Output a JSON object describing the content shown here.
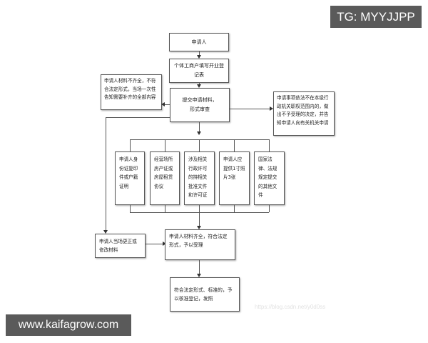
{
  "overlays": {
    "top_right": "TG: MYYJJPP",
    "bottom_left": "www.kaifagrow.com"
  },
  "watermark": "https://blog.csdn.net/y0d0ss",
  "flowchart": {
    "applicant": "申请人",
    "fill_form": "个体工商户填写开业登记表",
    "submit_review": "提交申请材料，形式审查",
    "incomplete": "申请人材料不齐全，不符合法定形式，当场一次性告知需要补齐的全部内容",
    "out_of_scope": "申请事项依法不在本级行政机关职权范围内的，做出不予受理的决定，并告知申请人向有关机关申请",
    "docs": [
      "申请人身份证复印件或户籍证明",
      "经营场所房产证或房屋租赁协议",
      "涉及相关行政许可的持相关批准文件和许可证",
      "申请人应提供1寸照片3张",
      "国家法律、法规规定提交的其他文件"
    ],
    "correct_onsite": "申请人当场更正或修改材料",
    "accepted": "申请人材料齐全，符合法定形式，予以受理",
    "approved": "符合法定形式、标准的，予以核准登记，发照"
  }
}
